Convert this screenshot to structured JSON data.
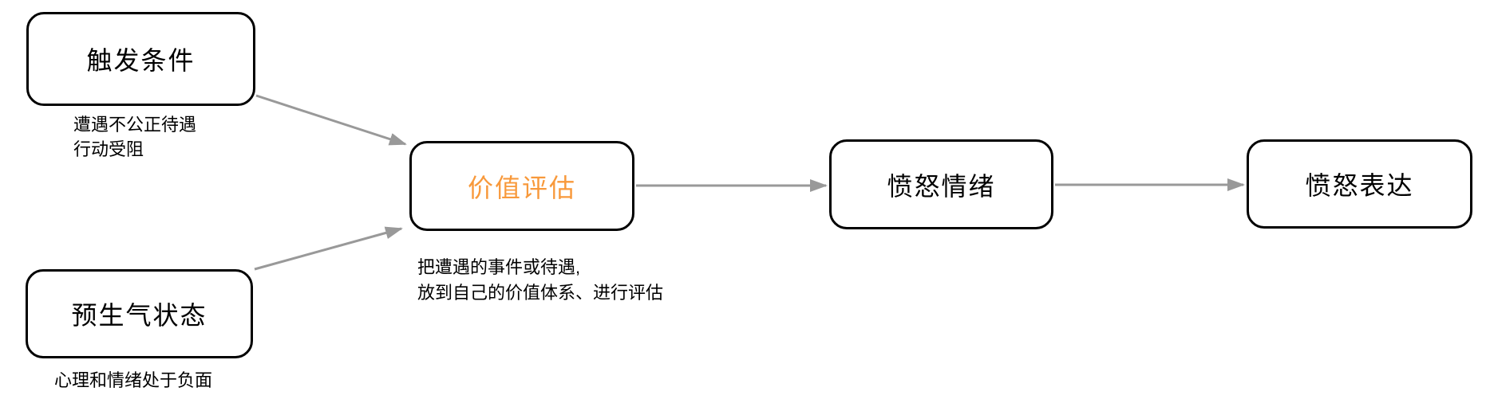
{
  "diagram": {
    "type": "flowchart",
    "topic": "anger-process",
    "nodes": {
      "trigger": {
        "label": "触发条件",
        "caption": [
          "遭遇不公正待遇",
          "行动受阻"
        ]
      },
      "pre_anger": {
        "label": "预生气状态",
        "caption": [
          "心理和情绪处于负面"
        ]
      },
      "appraisal": {
        "label": "价值评估",
        "caption": [
          "把遭遇的事件或待遇,",
          "放到自己的价值体系、进行评估"
        ]
      },
      "anger_emotion": {
        "label": "愤怒情绪"
      },
      "anger_expression": {
        "label": "愤怒表达"
      }
    },
    "edges": [
      {
        "from": "触发条件",
        "to": "价值评估"
      },
      {
        "from": "预生气状态",
        "to": "价值评估"
      },
      {
        "from": "价值评估",
        "to": "愤怒情绪"
      },
      {
        "from": "愤怒情绪",
        "to": "愤怒表达"
      }
    ],
    "colors": {
      "accent_orange": "#F8993B",
      "arrow_gray": "#999999",
      "node_border": "#000000",
      "background": "#FFFFFF",
      "text": "#000000"
    }
  }
}
